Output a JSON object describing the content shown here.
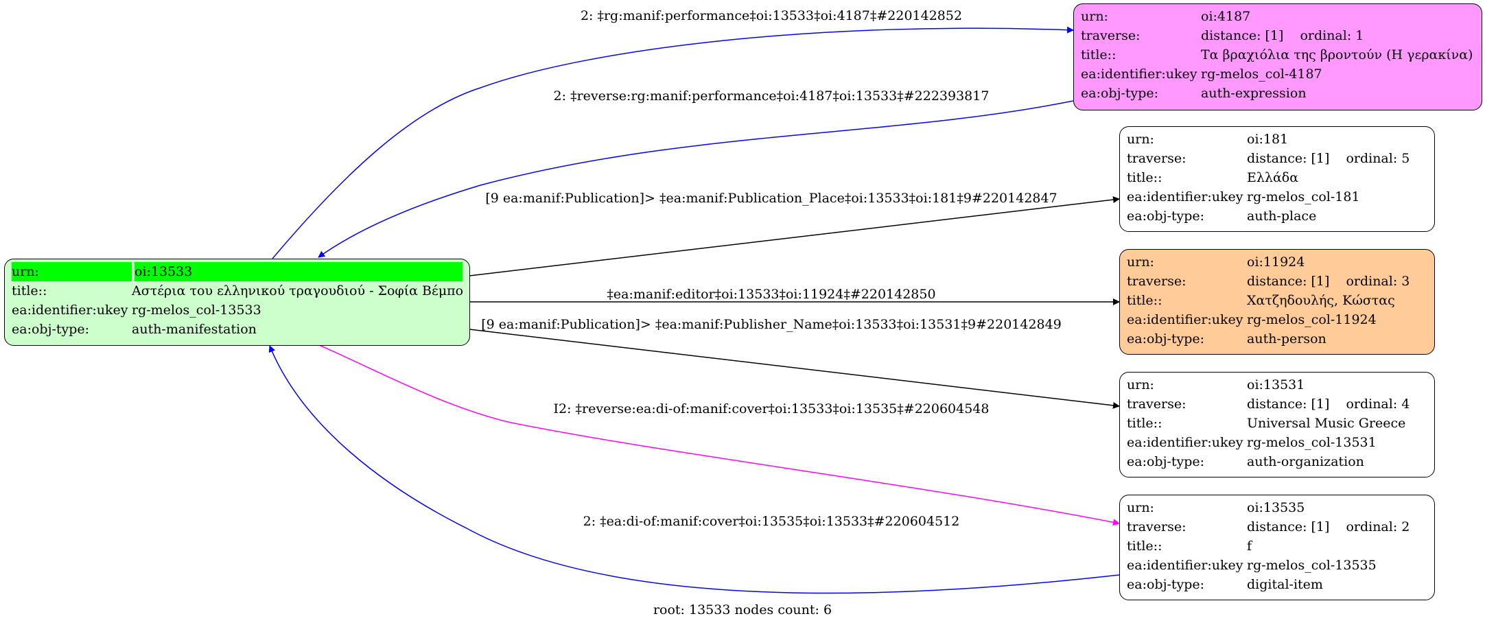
{
  "root_node": {
    "rows": [
      {
        "key": "urn:",
        "value": "oi:13533"
      },
      {
        "key": "title::",
        "value": "Αστέρια του ελληνικού τραγουδιού - Σοφία Βέμπο"
      },
      {
        "key": "ea:identifier:ukey",
        "value": "rg-melos_col-13533"
      },
      {
        "key": "ea:obj-type:",
        "value": "auth-manifestation"
      }
    ],
    "fill": "#ccffcc",
    "highlight": "#00ff00"
  },
  "nodes": [
    {
      "urn_key": "urn:",
      "urn": "oi:4187",
      "traverse_key": "traverse:",
      "distance": "distance: [1]",
      "ordinal": "ordinal: 1",
      "title_key": "title::",
      "title": "Τα βραχιόλια της βροντούν (Η γερακίνα)",
      "ukey_key": "ea:identifier:ukey",
      "ukey": "rg-melos_col-4187",
      "type_key": "ea:obj-type:",
      "type": "auth-expression",
      "fill": "#ff99ff"
    },
    {
      "urn_key": "urn:",
      "urn": "oi:181",
      "traverse_key": "traverse:",
      "distance": "distance: [1]",
      "ordinal": "ordinal: 5",
      "title_key": "title::",
      "title": "Ελλάδα",
      "ukey_key": "ea:identifier:ukey",
      "ukey": "rg-melos_col-181",
      "type_key": "ea:obj-type:",
      "type": "auth-place",
      "fill": "#ffffff"
    },
    {
      "urn_key": "urn:",
      "urn": "oi:11924",
      "traverse_key": "traverse:",
      "distance": "distance: [1]",
      "ordinal": "ordinal: 3",
      "title_key": "title::",
      "title": "Χατζηδουλής, Κώστας",
      "ukey_key": "ea:identifier:ukey",
      "ukey": "rg-melos_col-11924",
      "type_key": "ea:obj-type:",
      "type": "auth-person",
      "fill": "#ffcc99"
    },
    {
      "urn_key": "urn:",
      "urn": "oi:13531",
      "traverse_key": "traverse:",
      "distance": "distance: [1]",
      "ordinal": "ordinal: 4",
      "title_key": "title::",
      "title": "Universal Music Greece",
      "ukey_key": "ea:identifier:ukey",
      "ukey": "rg-melos_col-13531",
      "type_key": "ea:obj-type:",
      "type": "auth-organization",
      "fill": "#ffffff"
    },
    {
      "urn_key": "urn:",
      "urn": "oi:13535",
      "traverse_key": "traverse:",
      "distance": "distance: [1]",
      "ordinal": "ordinal: 2",
      "title_key": "title::",
      "title": "f",
      "ukey_key": "ea:identifier:ukey",
      "ukey": "rg-melos_col-13535",
      "type_key": "ea:obj-type:",
      "type": "digital-item",
      "fill": "#ffffff"
    }
  ],
  "edges": [
    {
      "label": "2: ‡rg:manif:performance‡oi:13533‡oi:4187‡#220142852",
      "color": "#0000ff"
    },
    {
      "label": "2: ‡reverse:rg:manif:performance‡oi:4187‡oi:13533‡#222393817",
      "color": "#0000ff"
    },
    {
      "label": "[9 ea:manif:Publication]> ‡ea:manif:Publication_Place‡oi:13533‡oi:181‡9#220142847",
      "color": "#000000"
    },
    {
      "label": "‡ea:manif:editor‡oi:13533‡oi:11924‡#220142850",
      "color": "#000000"
    },
    {
      "label": "[9 ea:manif:Publication]> ‡ea:manif:Publisher_Name‡oi:13533‡oi:13531‡9#220142849",
      "color": "#000000"
    },
    {
      "label": "I2: ‡reverse:ea:di-of:manif:cover‡oi:13533‡oi:13535‡#220604548",
      "color": "#ff00ff"
    },
    {
      "label": "2: ‡ea:di-of:manif:cover‡oi:13535‡oi:13533‡#220604512",
      "color": "#0000ff"
    }
  ],
  "footer": "root: 13533 nodes count: 6"
}
